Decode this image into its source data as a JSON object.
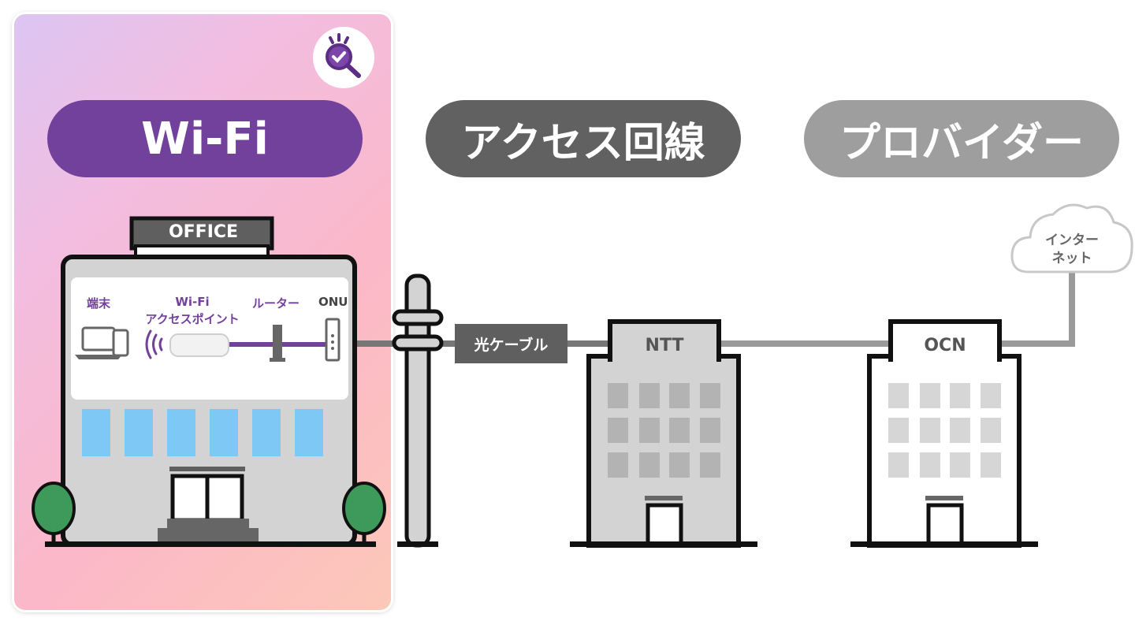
{
  "headers": {
    "wifi": "Wi-Fi",
    "access_line": "アクセス回線",
    "provider": "プロバイダー"
  },
  "office": {
    "sign": "OFFICE",
    "labels": {
      "device": "端末",
      "ap_line1": "Wi-Fi",
      "ap_line2": "アクセスポイント",
      "router": "ルーター",
      "onu": "ONU"
    }
  },
  "cable_label": "光ケーブル",
  "buildings": {
    "ntt": "NTT",
    "ocn": "OCN"
  },
  "internet": {
    "line1": "インター",
    "line2": "ネット"
  },
  "colors": {
    "wifi_purple": "#72419b",
    "access_gray": "#616161",
    "provider_gray": "#9e9e9e",
    "window_blue": "#7ec8f5",
    "tree_green": "#3e9a5a"
  },
  "icons": [
    "check-search-icon",
    "laptop-icon",
    "smartphone-icon",
    "wifi-signal-icon",
    "access-point-icon",
    "router-icon",
    "onu-icon",
    "cloud-icon",
    "utility-pole-icon",
    "tree-icon"
  ]
}
